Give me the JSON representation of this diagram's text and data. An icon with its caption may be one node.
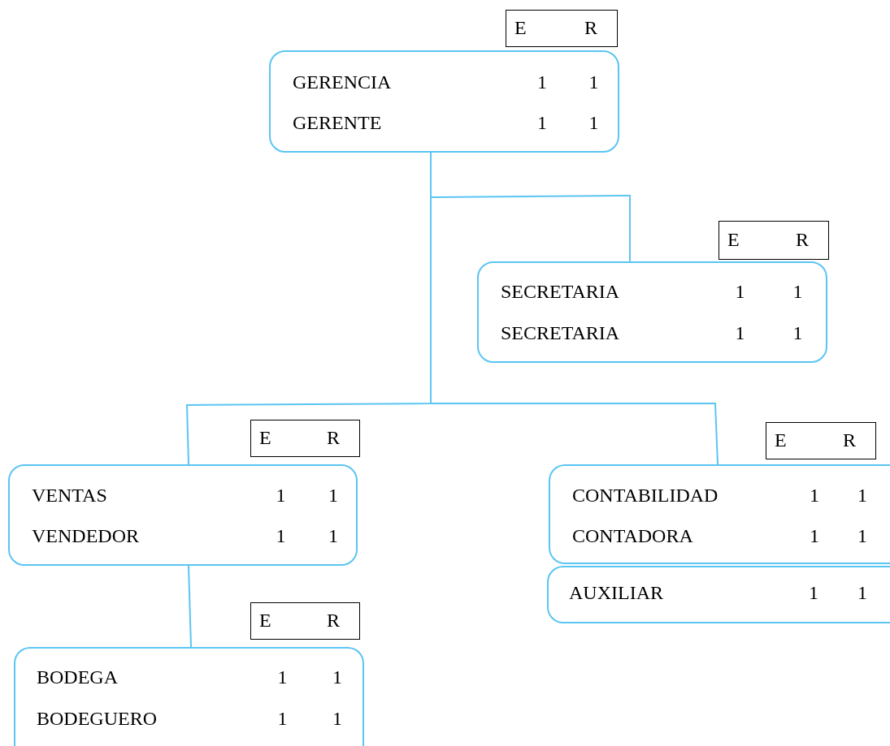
{
  "diagram": {
    "nodes": [
      {
        "text": [
          "E",
          "R"
        ]
      },
      {
        "text": [
          "GERENCIA",
          "1",
          "1",
          "GERENTE",
          "1",
          "1"
        ]
      },
      {
        "text": [
          "E",
          "R"
        ]
      },
      {
        "text": [
          "SECRETARIA",
          "1",
          "1",
          "SECRETARIA",
          "1",
          "1"
        ]
      },
      {
        "text": [
          "E",
          "R"
        ]
      },
      {
        "text": [
          "VENTAS",
          "1",
          "1",
          "VENDEDOR",
          "1",
          "1"
        ]
      },
      {
        "text": [
          "E",
          "R"
        ]
      },
      {
        "text": [
          "CONTABILIDAD",
          "1",
          "1",
          "CONTADORA",
          "1",
          "1"
        ]
      },
      {
        "text": [
          "AUXILIAR",
          "1",
          "1"
        ]
      },
      {
        "text": [
          "E",
          "R"
        ]
      },
      {
        "text": [
          "BODEGA",
          "1",
          "1",
          "BODEGUERO",
          "1",
          "1"
        ]
      }
    ],
    "edges": [
      {
        "from": 1,
        "to": 3,
        "arrow": "none"
      },
      {
        "from": 1,
        "to": 5,
        "arrow": "none"
      },
      {
        "from": 1,
        "to": 7,
        "arrow": "none"
      },
      {
        "from": 5,
        "to": 10,
        "arrow": "none"
      }
    ]
  }
}
